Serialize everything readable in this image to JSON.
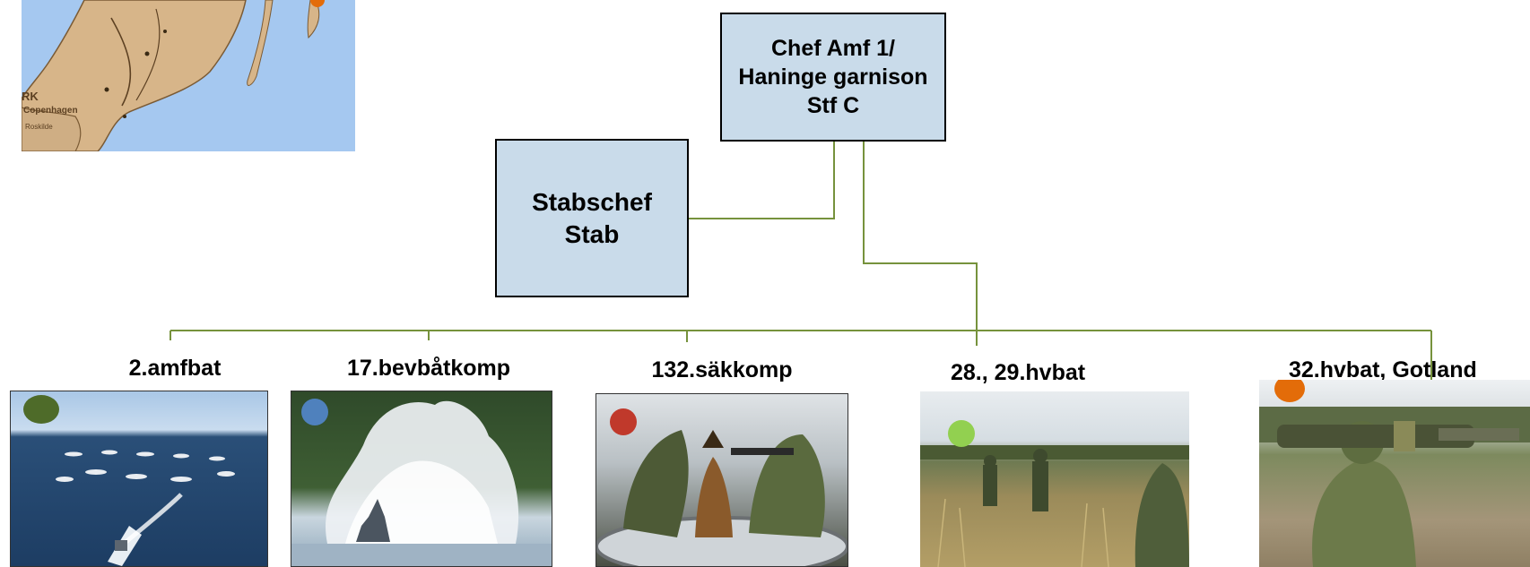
{
  "org_chart": {
    "chief": {
      "lines": [
        "Chef Amf 1/",
        "Haninge garnison",
        "Stf C"
      ]
    },
    "staff": {
      "lines": [
        "Stabschef",
        "Stab"
      ]
    },
    "units": [
      {
        "label": "2.amfbat",
        "dot_color": "#4e6b29"
      },
      {
        "label": "17.bevbåtkomp",
        "dot_color": "#4f81bd"
      },
      {
        "label": "132.säkkomp",
        "dot_color": "#c0392b"
      },
      {
        "label": "28., 29.hvbat",
        "dot_color": "#92d050"
      },
      {
        "label": "32.hvbat, Gotland",
        "dot_color": "#e36c09"
      }
    ]
  },
  "map": {
    "labels": [
      "RK",
      "Copenhagen",
      "Roskilde"
    ]
  },
  "colors": {
    "box_fill": "#c9dbea",
    "connector": "#76923c"
  }
}
